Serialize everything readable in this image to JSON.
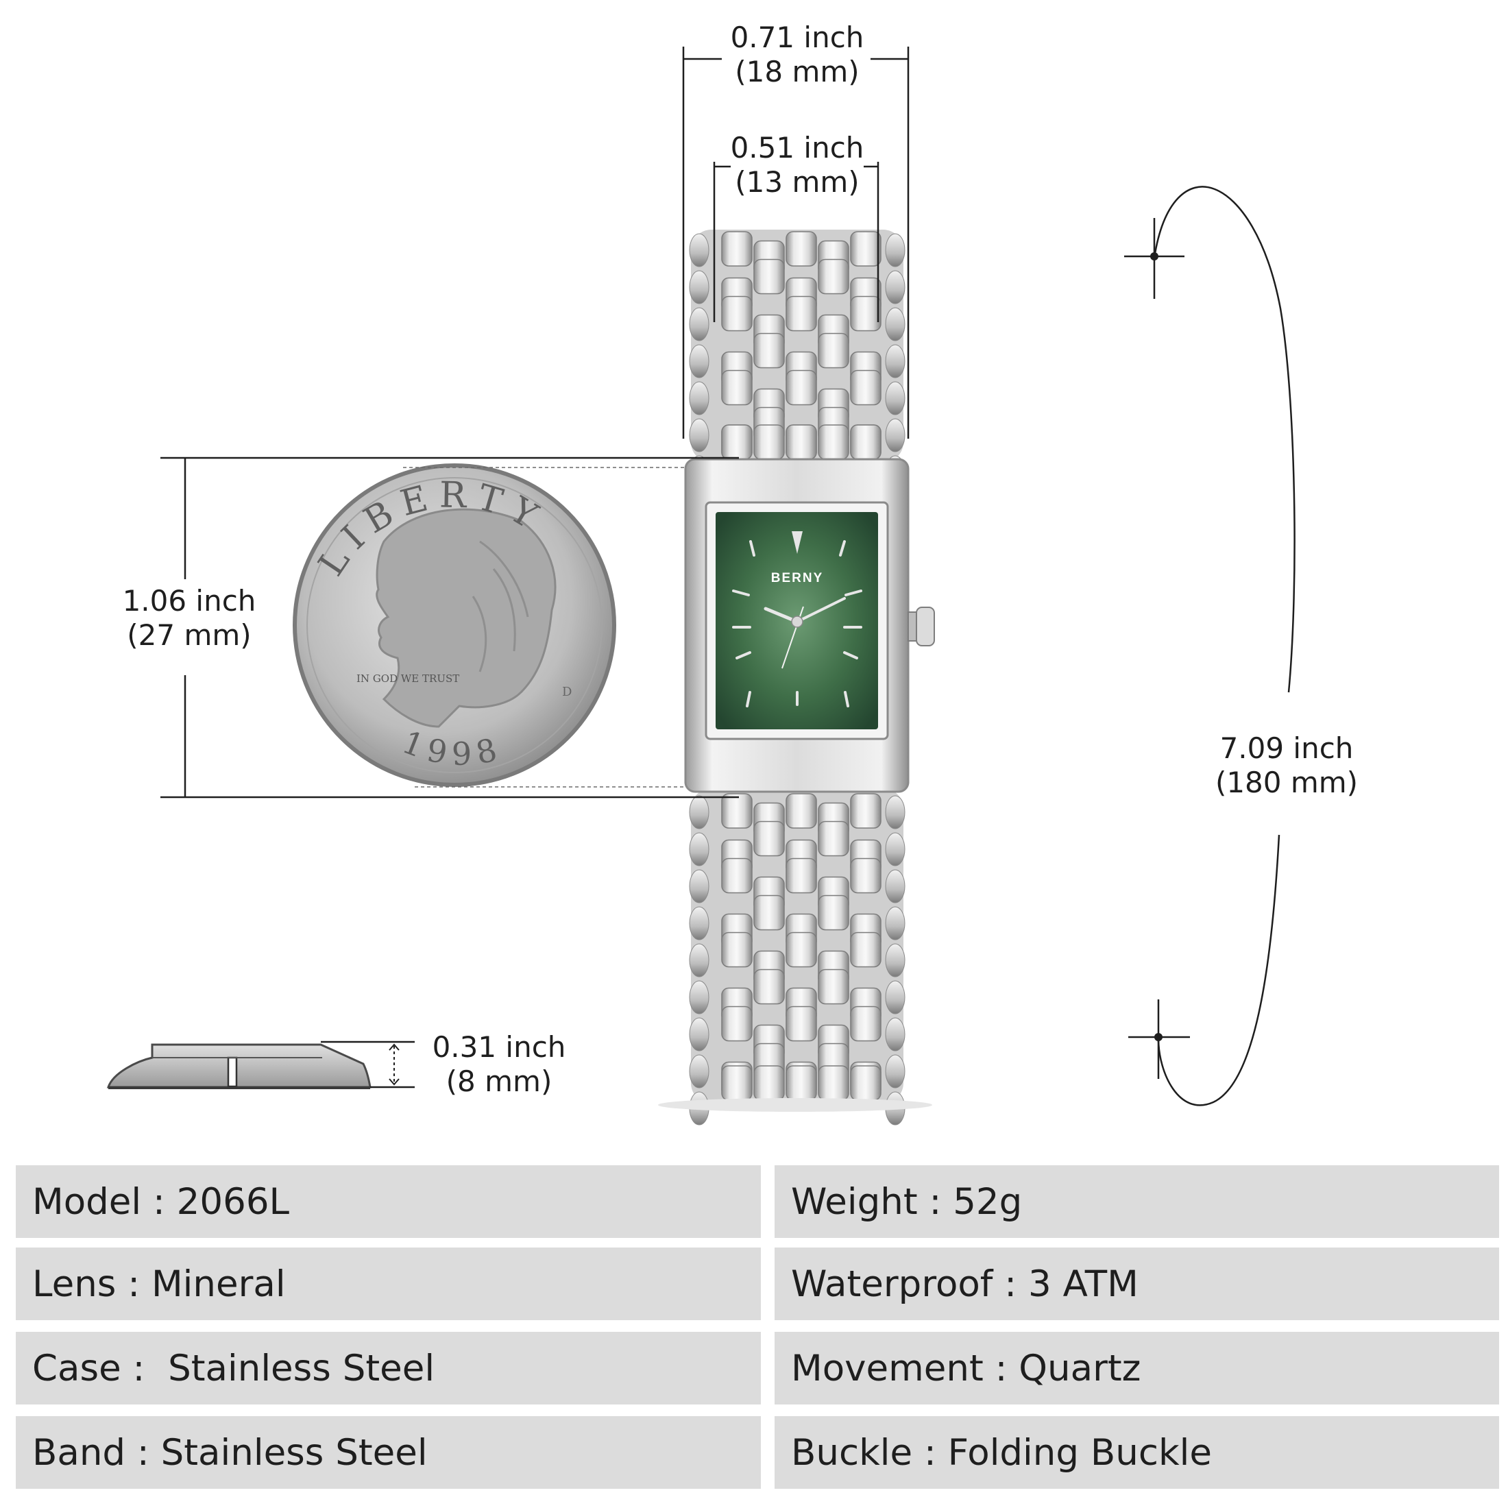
{
  "brand": "BERNY",
  "coin": {
    "legend_top": "LIBERTY",
    "motto": "IN GOD WE TRUST",
    "year": "1998",
    "mint_mark": "D"
  },
  "dimensions": {
    "lug_width": {
      "inch": "0.71 inch",
      "mm": "(18 mm)"
    },
    "band_width": {
      "inch": "0.51 inch",
      "mm": "(13 mm)"
    },
    "case_length": {
      "inch": "1.06 inch",
      "mm": "(27 mm)"
    },
    "thickness": {
      "inch": "0.31 inch",
      "mm": "(8 mm)"
    },
    "band_length": {
      "inch": "7.09 inch",
      "mm": "(180 mm)"
    }
  },
  "specs": {
    "left": [
      {
        "text": "Model : 2066L"
      },
      {
        "text": "Lens : Mineral"
      },
      {
        "text": "Case :  Stainless Steel"
      },
      {
        "text": "Band : Stainless Steel"
      }
    ],
    "right": [
      {
        "text": "Weight : 52g"
      },
      {
        "text": "Waterproof : 3 ATM"
      },
      {
        "text": "Movement : Quartz"
      },
      {
        "text": "Buckle : Folding Buckle"
      }
    ]
  },
  "colors": {
    "dial": "#3c6b45",
    "spec_bg": "#dcdcdc",
    "steel": "#c9c9c9",
    "line": "#1e1e1e"
  }
}
